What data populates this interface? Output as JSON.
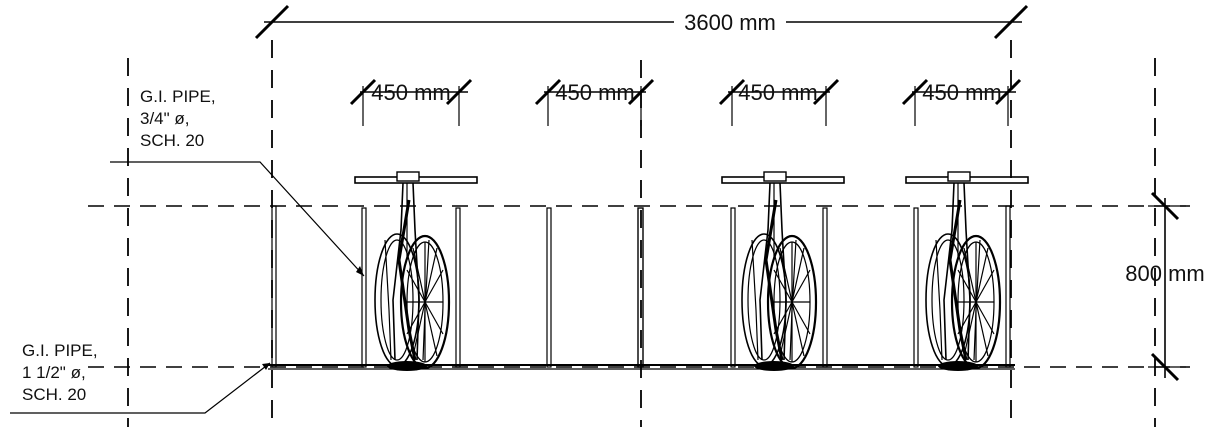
{
  "dimensions": {
    "overall_width": "3600 mm",
    "bay_width": "450 mm",
    "rack_height": "800 mm"
  },
  "notes": {
    "upper_pipe": [
      "G.I. PIPE,",
      "3/4\" ø,",
      "SCH. 20"
    ],
    "lower_pipe": [
      "G.I. PIPE,",
      "1 1/2\" ø,",
      "SCH. 20"
    ]
  }
}
